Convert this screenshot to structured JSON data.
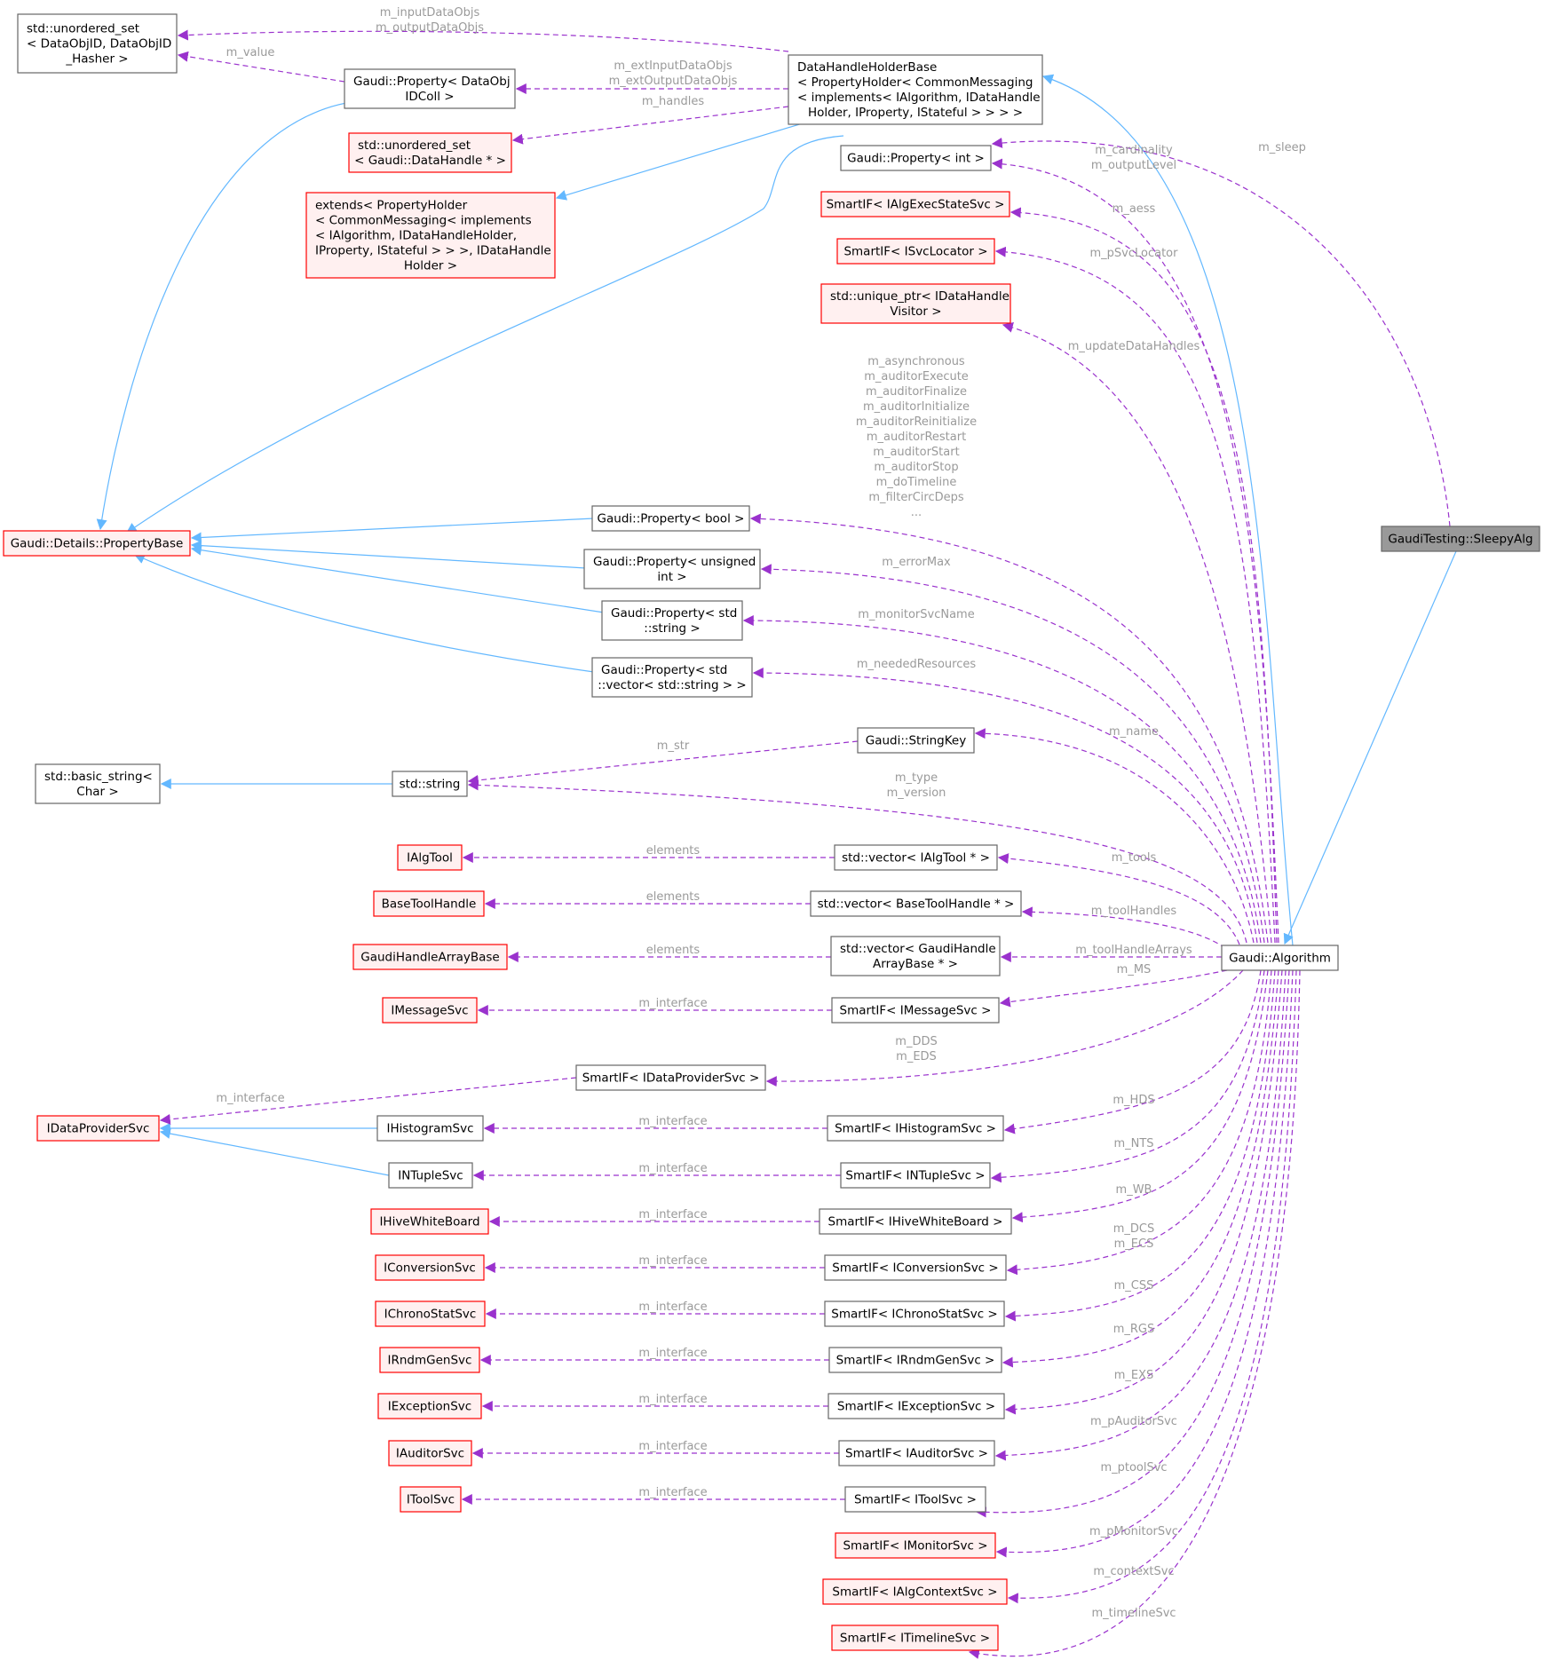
{
  "colors": {
    "normal_border": "#666666",
    "normal_fill": "#ffffff",
    "undoc_border": "#ff0000",
    "undoc_fill": "#fff0f0",
    "focus_fill": "#999999",
    "focus_border": "#666666",
    "inherit_edge": "#63b8ff",
    "usage_edge": "#9a32cd",
    "label_text": "#9a9a9a"
  },
  "nodes": [
    {
      "id": "uset_dataobj",
      "lines": [
        "std::unordered_set",
        "< DataObjID, DataObjID",
        "_Hasher >"
      ],
      "style": "normal"
    },
    {
      "id": "prop_dataobjidcoll",
      "lines": [
        "Gaudi::Property< DataObj",
        "IDColl >"
      ],
      "style": "normal"
    },
    {
      "id": "datahandleholderbase",
      "lines": [
        "DataHandleHolderBase",
        "< PropertyHolder< CommonMessaging",
        "< implements< IAlgorithm, IDataHandle",
        "Holder, IProperty, IStateful > > > >"
      ],
      "style": "normal"
    },
    {
      "id": "uset_datahandle",
      "lines": [
        "std::unordered_set",
        "< Gaudi::DataHandle * >"
      ],
      "style": "undoc"
    },
    {
      "id": "extends_propertyholder",
      "lines": [
        "extends< PropertyHolder",
        "< CommonMessaging< implements",
        "< IAlgorithm, IDataHandleHolder,",
        "IProperty, IStateful > > >, IDataHandle",
        "Holder >"
      ],
      "style": "undoc"
    },
    {
      "id": "prop_int",
      "lines": [
        "Gaudi::Property< int >"
      ],
      "style": "normal"
    },
    {
      "id": "smartif_ialgexecstatesvc",
      "lines": [
        "SmartIF< IAlgExecStateSvc >"
      ],
      "style": "undoc"
    },
    {
      "id": "smartif_isvclocator",
      "lines": [
        "SmartIF< ISvcLocator >"
      ],
      "style": "undoc"
    },
    {
      "id": "uptr_idatahandlevisitor",
      "lines": [
        "std::unique_ptr< IDataHandle",
        "Visitor >"
      ],
      "style": "undoc"
    },
    {
      "id": "propertybase",
      "lines": [
        "Gaudi::Details::PropertyBase"
      ],
      "style": "undoc"
    },
    {
      "id": "prop_bool",
      "lines": [
        "Gaudi::Property< bool >"
      ],
      "style": "normal"
    },
    {
      "id": "prop_uint",
      "lines": [
        "Gaudi::Property< unsigned",
        "int >"
      ],
      "style": "normal"
    },
    {
      "id": "prop_string",
      "lines": [
        "Gaudi::Property< std",
        "::string >"
      ],
      "style": "normal"
    },
    {
      "id": "prop_vecstring",
      "lines": [
        "Gaudi::Property< std",
        "::vector< std::string > >"
      ],
      "style": "normal"
    },
    {
      "id": "stringkey",
      "lines": [
        "Gaudi::StringKey"
      ],
      "style": "normal"
    },
    {
      "id": "basic_string",
      "lines": [
        "std::basic_string<",
        "Char >"
      ],
      "style": "normal"
    },
    {
      "id": "std_string",
      "lines": [
        "std::string"
      ],
      "style": "normal"
    },
    {
      "id": "ialgtool",
      "lines": [
        "IAlgTool"
      ],
      "style": "undoc"
    },
    {
      "id": "vec_ialgtool",
      "lines": [
        "std::vector< IAlgTool * >"
      ],
      "style": "normal"
    },
    {
      "id": "basetoolhandle",
      "lines": [
        "BaseToolHandle"
      ],
      "style": "undoc"
    },
    {
      "id": "vec_basetoolhandle",
      "lines": [
        "std::vector< BaseToolHandle * >"
      ],
      "style": "normal"
    },
    {
      "id": "gaudihandlearraybase",
      "lines": [
        "GaudiHandleArrayBase"
      ],
      "style": "undoc"
    },
    {
      "id": "vec_gaudihandlearray",
      "lines": [
        "std::vector< GaudiHandle",
        "ArrayBase * >"
      ],
      "style": "normal"
    },
    {
      "id": "algorithm",
      "lines": [
        "Gaudi::Algorithm"
      ],
      "style": "normal"
    },
    {
      "id": "sleepyalg",
      "lines": [
        "GaudiTesting::SleepyAlg"
      ],
      "style": "focus"
    },
    {
      "id": "imessagesvc",
      "lines": [
        "IMessageSvc"
      ],
      "style": "undoc"
    },
    {
      "id": "smartif_imessagesvc",
      "lines": [
        "SmartIF< IMessageSvc >"
      ],
      "style": "normal"
    },
    {
      "id": "smartif_idataprovidersvc",
      "lines": [
        "SmartIF< IDataProviderSvc >"
      ],
      "style": "normal"
    },
    {
      "id": "idataprovidersvc",
      "lines": [
        "IDataProviderSvc"
      ],
      "style": "undoc"
    },
    {
      "id": "ihistogramsvc",
      "lines": [
        "IHistogramSvc"
      ],
      "style": "normal"
    },
    {
      "id": "smartif_ihistogramsvc",
      "lines": [
        "SmartIF< IHistogramSvc >"
      ],
      "style": "normal"
    },
    {
      "id": "intuplesvc",
      "lines": [
        "INTupleSvc"
      ],
      "style": "normal"
    },
    {
      "id": "smartif_intuplesvc",
      "lines": [
        "SmartIF< INTupleSvc >"
      ],
      "style": "normal"
    },
    {
      "id": "ihivewhiteboard",
      "lines": [
        "IHiveWhiteBoard"
      ],
      "style": "undoc"
    },
    {
      "id": "smartif_ihivewhiteboard",
      "lines": [
        "SmartIF< IHiveWhiteBoard >"
      ],
      "style": "normal"
    },
    {
      "id": "iconversionsvc",
      "lines": [
        "IConversionSvc"
      ],
      "style": "undoc"
    },
    {
      "id": "smartif_iconversionsvc",
      "lines": [
        "SmartIF< IConversionSvc >"
      ],
      "style": "normal"
    },
    {
      "id": "ichronostatsvc",
      "lines": [
        "IChronoStatSvc"
      ],
      "style": "undoc"
    },
    {
      "id": "smartif_ichronostatsvc",
      "lines": [
        "SmartIF< IChronoStatSvc >"
      ],
      "style": "normal"
    },
    {
      "id": "irndmgensvc",
      "lines": [
        "IRndmGenSvc"
      ],
      "style": "undoc"
    },
    {
      "id": "smartif_irndmgensvc",
      "lines": [
        "SmartIF< IRndmGenSvc >"
      ],
      "style": "normal"
    },
    {
      "id": "iexceptionsvc",
      "lines": [
        "IExceptionSvc"
      ],
      "style": "undoc"
    },
    {
      "id": "smartif_iexceptionsvc",
      "lines": [
        "SmartIF< IExceptionSvc >"
      ],
      "style": "normal"
    },
    {
      "id": "iauditorsvc",
      "lines": [
        "IAuditorSvc"
      ],
      "style": "undoc"
    },
    {
      "id": "smartif_iauditorsvc",
      "lines": [
        "SmartIF< IAuditorSvc >"
      ],
      "style": "normal"
    },
    {
      "id": "itoolsvc",
      "lines": [
        "IToolSvc"
      ],
      "style": "undoc"
    },
    {
      "id": "smartif_itoolsvc",
      "lines": [
        "SmartIF< IToolSvc >"
      ],
      "style": "normal"
    },
    {
      "id": "smartif_imonitorsvc",
      "lines": [
        "SmartIF< IMonitorSvc >"
      ],
      "style": "undoc"
    },
    {
      "id": "smartif_ialgcontextsvc",
      "lines": [
        "SmartIF< IAlgContextSvc >"
      ],
      "style": "undoc"
    },
    {
      "id": "smartif_itimelinesvc",
      "lines": [
        "SmartIF< ITimelineSvc >"
      ],
      "style": "undoc"
    }
  ],
  "edge_labels": [
    {
      "id": "lbl_inputdataobjs",
      "lines": [
        "m_inputDataObjs",
        "m_outputDataObjs"
      ]
    },
    {
      "id": "lbl_value",
      "lines": [
        "m_value"
      ]
    },
    {
      "id": "lbl_extinput",
      "lines": [
        "m_extInputDataObjs",
        "m_extOutputDataObjs"
      ]
    },
    {
      "id": "lbl_handles",
      "lines": [
        "m_handles"
      ]
    },
    {
      "id": "lbl_sleep",
      "lines": [
        "m_sleep"
      ]
    },
    {
      "id": "lbl_cardinality",
      "lines": [
        "m_cardinality",
        "m_outputLevel"
      ]
    },
    {
      "id": "lbl_aess",
      "lines": [
        "m_aess"
      ]
    },
    {
      "id": "lbl_psvclocator",
      "lines": [
        "m_pSvcLocator"
      ]
    },
    {
      "id": "lbl_updatedatahandles",
      "lines": [
        "m_updateDataHandles"
      ]
    },
    {
      "id": "lbl_bools",
      "lines": [
        "m_asynchronous",
        "m_auditorExecute",
        "m_auditorFinalize",
        "m_auditorInitialize",
        "m_auditorReinitialize",
        "m_auditorRestart",
        "m_auditorStart",
        "m_auditorStop",
        "m_doTimeline",
        "m_filterCircDeps",
        "..."
      ]
    },
    {
      "id": "lbl_errormax",
      "lines": [
        "m_errorMax"
      ]
    },
    {
      "id": "lbl_monitorsvcname",
      "lines": [
        "m_monitorSvcName"
      ]
    },
    {
      "id": "lbl_neededresources",
      "lines": [
        "m_neededResources"
      ]
    },
    {
      "id": "lbl_name",
      "lines": [
        "m_name"
      ]
    },
    {
      "id": "lbl_str",
      "lines": [
        "m_str"
      ]
    },
    {
      "id": "lbl_type",
      "lines": [
        "m_type",
        "m_version"
      ]
    },
    {
      "id": "lbl_elements1",
      "lines": [
        "elements"
      ]
    },
    {
      "id": "lbl_tools",
      "lines": [
        "m_tools"
      ]
    },
    {
      "id": "lbl_elements2",
      "lines": [
        "elements"
      ]
    },
    {
      "id": "lbl_toolhandles",
      "lines": [
        "m_toolHandles"
      ]
    },
    {
      "id": "lbl_elements3",
      "lines": [
        "elements"
      ]
    },
    {
      "id": "lbl_toolhandlearrays",
      "lines": [
        "m_toolHandleArrays"
      ]
    },
    {
      "id": "lbl_ms",
      "lines": [
        "m_MS"
      ]
    },
    {
      "id": "lbl_iface_msg",
      "lines": [
        "m_interface"
      ]
    },
    {
      "id": "lbl_dds",
      "lines": [
        "m_DDS",
        "m_EDS"
      ]
    },
    {
      "id": "lbl_iface_dp",
      "lines": [
        "m_interface"
      ]
    },
    {
      "id": "lbl_hds",
      "lines": [
        "m_HDS"
      ]
    },
    {
      "id": "lbl_iface_hist",
      "lines": [
        "m_interface"
      ]
    },
    {
      "id": "lbl_nts",
      "lines": [
        "m_NTS"
      ]
    },
    {
      "id": "lbl_iface_nt",
      "lines": [
        "m_interface"
      ]
    },
    {
      "id": "lbl_wb",
      "lines": [
        "m_WB"
      ]
    },
    {
      "id": "lbl_iface_wb",
      "lines": [
        "m_interface"
      ]
    },
    {
      "id": "lbl_dcs",
      "lines": [
        "m_DCS",
        "m_ECS"
      ]
    },
    {
      "id": "lbl_iface_conv",
      "lines": [
        "m_interface"
      ]
    },
    {
      "id": "lbl_css",
      "lines": [
        "m_CSS"
      ]
    },
    {
      "id": "lbl_iface_chrono",
      "lines": [
        "m_interface"
      ]
    },
    {
      "id": "lbl_rgs",
      "lines": [
        "m_RGS"
      ]
    },
    {
      "id": "lbl_iface_rndm",
      "lines": [
        "m_interface"
      ]
    },
    {
      "id": "lbl_exs",
      "lines": [
        "m_EXS"
      ]
    },
    {
      "id": "lbl_iface_exc",
      "lines": [
        "m_interface"
      ]
    },
    {
      "id": "lbl_pauditorsvc",
      "lines": [
        "m_pAuditorSvc"
      ]
    },
    {
      "id": "lbl_iface_aud",
      "lines": [
        "m_interface"
      ]
    },
    {
      "id": "lbl_ptoolsvc",
      "lines": [
        "m_ptoolSvc"
      ]
    },
    {
      "id": "lbl_iface_tool",
      "lines": [
        "m_interface"
      ]
    },
    {
      "id": "lbl_pmonitorsvc",
      "lines": [
        "m_pMonitorSvc"
      ]
    },
    {
      "id": "lbl_contextsvc",
      "lines": [
        "m_contextSvc"
      ]
    },
    {
      "id": "lbl_timelinesvc",
      "lines": [
        "m_timelineSvc"
      ]
    }
  ]
}
